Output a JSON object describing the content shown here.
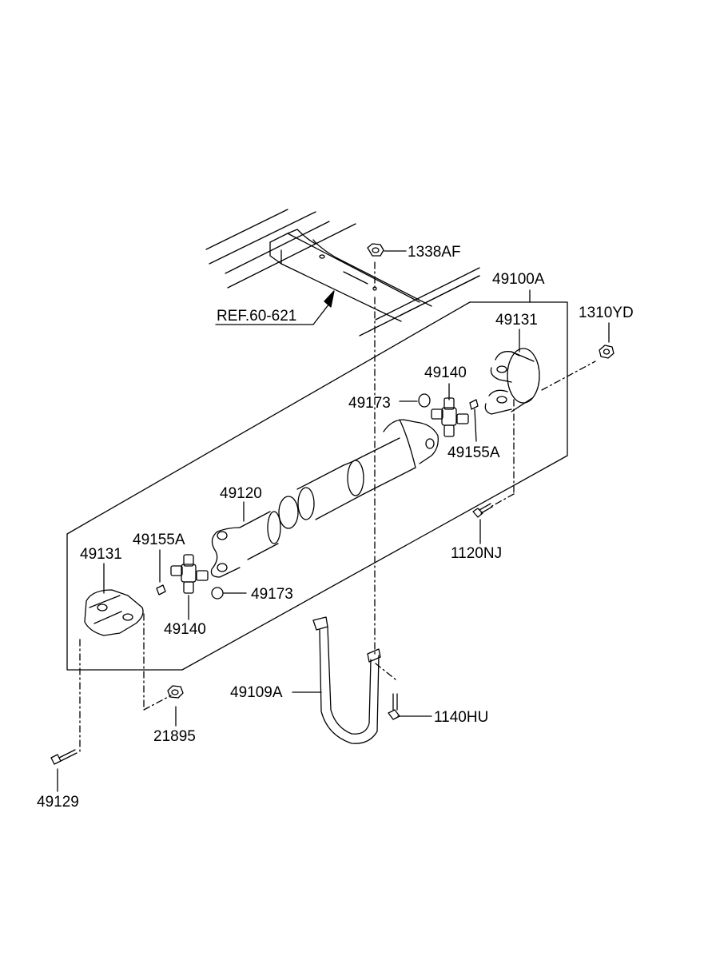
{
  "labels": {
    "ref": "REF.60-621",
    "p1338af": "1338AF",
    "p49100a": "49100A",
    "p1310yd": "1310YD",
    "p49131_top": "49131",
    "p49140_top": "49140",
    "p49173_top": "49173",
    "p49155a_top": "49155A",
    "p49120": "49120",
    "p1120nj": "1120NJ",
    "p49155a_left": "49155A",
    "p49131_left": "49131",
    "p49173_mid": "49173",
    "p49140_left": "49140",
    "p49109a": "49109A",
    "p1140hu": "1140HU",
    "p21895": "21895",
    "p49129": "49129"
  }
}
